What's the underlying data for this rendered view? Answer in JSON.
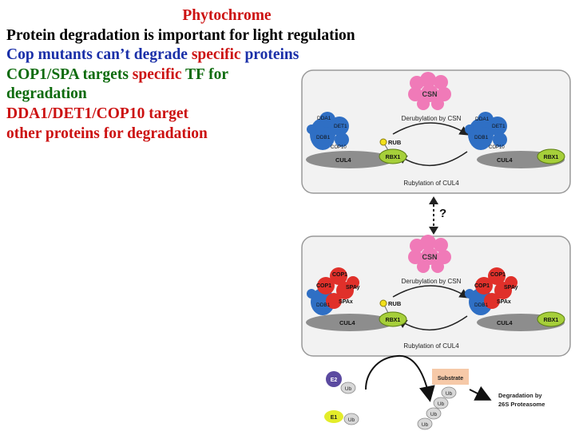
{
  "slide": {
    "title": "Phytochrome",
    "line2": "Protein degradation is important for light regulation",
    "line3": {
      "a": "Cop mutants can’t degrade ",
      "b": "specific",
      "c": " proteins"
    },
    "line4": {
      "a": "COP1/SPA targets ",
      "b": "specific",
      "c": " TF for"
    },
    "line5": "degradation",
    "line6": "DDA1/DET1/COP10 target",
    "line7": "other proteins for degradation"
  },
  "diagram": {
    "panel_top": {
      "csn": "CSN",
      "derub": "Derubylation by CSN",
      "rub": "RUB",
      "rubylation": "Rubylation of CUL4",
      "left_complex": {
        "dda1": "DDA1",
        "det1": "DET1",
        "ddb1": "DDB1",
        "cop10": "COP10",
        "cul4": "CUL4",
        "rbx1": "RBX1"
      },
      "right_complex": {
        "dda1": "DDA1",
        "det1": "DET1",
        "ddb1": "DDB1",
        "cop10": "COP10",
        "cul4": "CUL4",
        "rbx1": "RBX1"
      }
    },
    "question": "?",
    "panel_bottom": {
      "csn": "CSN",
      "derub": "Derubylation by CSN",
      "rub": "RUB",
      "rubylation": "Rubylation of CUL4",
      "left_complex": {
        "cop1a": "COP1",
        "cop1b": "COP1",
        "spay": "SPAy",
        "spax": "SPAx",
        "ddb1": "DDB1",
        "cul4": "CUL4",
        "rbx1": "RBX1"
      },
      "right_complex": {
        "cop1a": "COP1",
        "cop1b": "COP1",
        "spay": "SPAy",
        "spax": "SPAx",
        "ddb1": "DDB1",
        "cul4": "CUL4",
        "rbx1": "RBX1"
      }
    },
    "ub_path": {
      "e2": "E2",
      "e1": "E1",
      "ub": "Ub",
      "substrate": "Substrate",
      "degradation_line1": "Degradation by",
      "degradation_line2": "26S Proteasome"
    },
    "colors": {
      "pink": "#f07ab8",
      "blue": "#2f6fc4",
      "red": "#e0302a",
      "green": "#a6cf3a",
      "grey": "#8d8d8d",
      "yellow": "#f2e01c"
    }
  }
}
